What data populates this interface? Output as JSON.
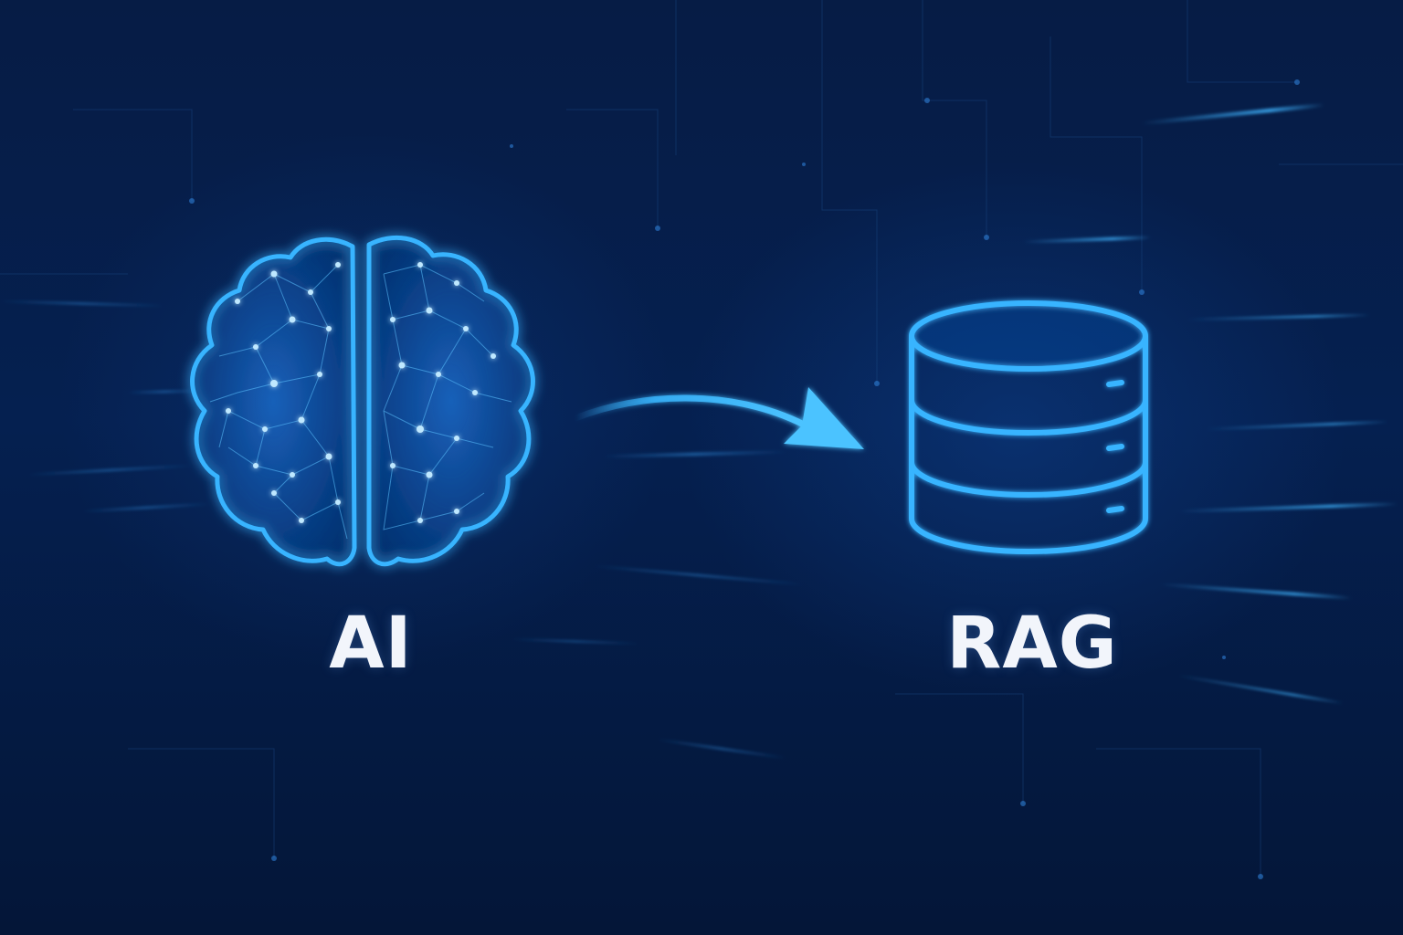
{
  "nodes": [
    {
      "id": "ai",
      "label": "AI",
      "icon": "brain-icon"
    },
    {
      "id": "rag",
      "label": "RAG",
      "icon": "database-icon"
    }
  ],
  "edges": [
    {
      "from": "ai",
      "to": "rag",
      "icon": "arrow-right-icon"
    }
  ],
  "colors": {
    "background": "#04163a",
    "glow": "#2aa8ff",
    "icon_stroke": "#37b4ff",
    "label": "#f2f5fb"
  }
}
